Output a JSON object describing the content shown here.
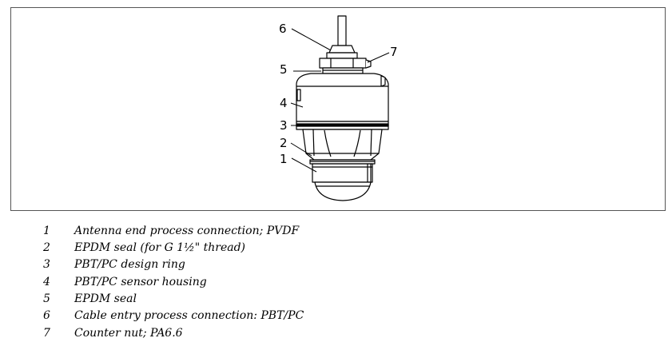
{
  "figure": {
    "callouts": [
      "6",
      "7",
      "5",
      "4",
      "3",
      "2",
      "1"
    ]
  },
  "legend": {
    "items": [
      {
        "number": "1",
        "text": "Antenna end process connection; PVDF"
      },
      {
        "number": "2",
        "text": "EPDM seal (for G 1½\" thread)"
      },
      {
        "number": "3",
        "text": "PBT/PC design ring"
      },
      {
        "number": "4",
        "text": "PBT/PC sensor housing"
      },
      {
        "number": "5",
        "text": "EPDM seal"
      },
      {
        "number": "6",
        "text": "Cable entry process connection: PBT/PC"
      },
      {
        "number": "7",
        "text": "Counter nut; PA6.6"
      }
    ]
  }
}
